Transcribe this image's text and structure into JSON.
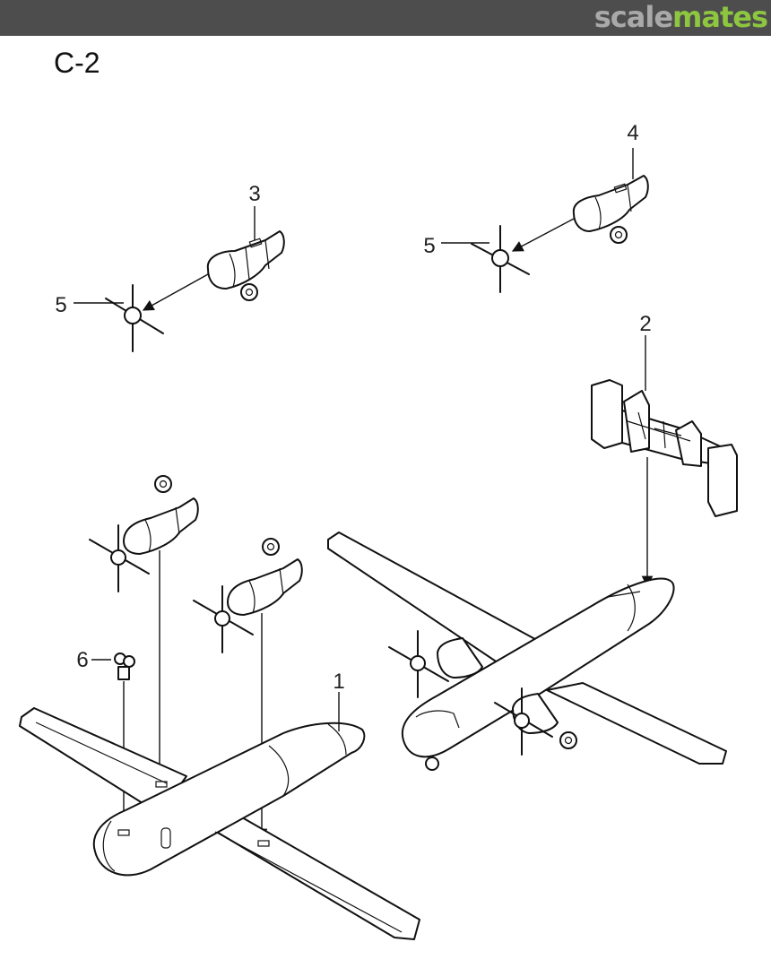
{
  "header": {
    "logo_part1": "scale",
    "logo_part2": "mates",
    "logo_color1": "#a9a9a9",
    "logo_color2": "#8dc63f"
  },
  "sheet": {
    "title": "C-2"
  },
  "callouts": {
    "part1": "1",
    "part2": "2",
    "part3": "3",
    "part4": "4",
    "part5_left": "5",
    "part5_right": "5",
    "part6": "6"
  }
}
